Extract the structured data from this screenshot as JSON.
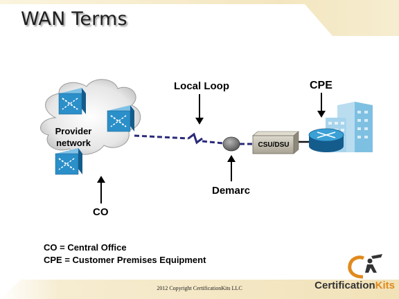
{
  "slide": {
    "title": "WAN Terms"
  },
  "labels": {
    "local_loop": "Local Loop",
    "cpe": "CPE",
    "provider_network": "Provider network",
    "csu_dsu": "CSU/DSU",
    "demarc": "Demarc",
    "co": "CO"
  },
  "legend": [
    "CO = Central Office",
    "CPE = Customer Premises Equipment"
  ],
  "footer": {
    "copyright": "2012 Copyright CertificationKits  LLC",
    "brand_part1": "Certification",
    "brand_part2": "Kits"
  },
  "colors": {
    "header_band": "#f5e9c7",
    "switch_blue": "#2b8fc9",
    "link_dash": "#2a2a7a",
    "csu_box": "#c8c3b5",
    "router_blue": "#1e7fb0",
    "building_blue": "#9fd0ea",
    "brand_orange": "#e08a1e",
    "brand_dark": "#333333"
  }
}
